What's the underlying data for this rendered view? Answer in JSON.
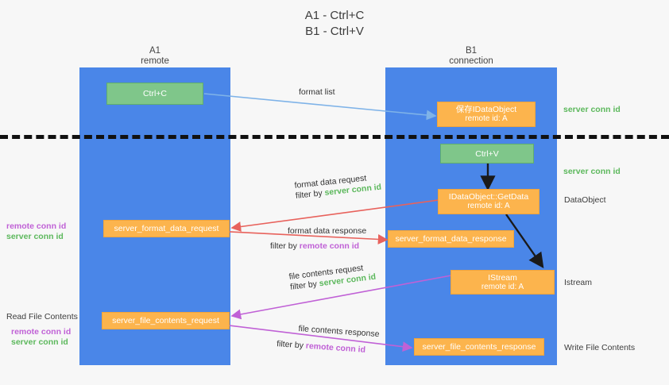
{
  "title": {
    "line1": "A1 - Ctrl+C",
    "line2": "B1 - Ctrl+V"
  },
  "lanes": [
    {
      "name": "A1",
      "subtitle": "remote"
    },
    {
      "name": "B1",
      "subtitle": "connection"
    }
  ],
  "boxes": {
    "ctrl_c": {
      "label": "Ctrl+C"
    },
    "ctrl_v": {
      "label": "Ctrl+V"
    },
    "save_dataobject": {
      "label": "保存IDataObject",
      "sub": "remote id: A"
    },
    "getdata": {
      "label": "IDataObject::GetData",
      "sub": "remote id: A"
    },
    "istream": {
      "label": "IStream",
      "sub": "remote id: A"
    },
    "format_data_request": {
      "label": "server_format_data_request"
    },
    "format_data_response": {
      "label": "server_format_data_response"
    },
    "file_contents_request": {
      "label": "server_file_contents_request"
    },
    "file_contents_response": {
      "label": "server_file_contents_response"
    }
  },
  "edges": {
    "format_list": {
      "label": "format list"
    },
    "format_data_request": {
      "line1": "format data request",
      "filter_prefix": "filter by ",
      "filter_key": "server conn id"
    },
    "format_data_response": {
      "line1": "format data response",
      "filter_prefix": "filter by ",
      "filter_key": "remote conn id"
    },
    "file_contents_request": {
      "line1": "file contents request",
      "filter_prefix": "filter by ",
      "filter_key": "server conn id"
    },
    "file_contents_response": {
      "line1": "file contents response",
      "filter_prefix": "filter by ",
      "filter_key": "remote conn id"
    }
  },
  "annotations": {
    "right_server_conn_id_top": "server conn id",
    "right_server_conn_id_mid": "server conn id",
    "right_dataobject": "DataObject",
    "right_istream": "Istream",
    "right_write_file_contents": "Write File Contents",
    "left_remote_conn_id_1": "remote conn id",
    "left_server_conn_id_1": "server conn id",
    "left_read_file_contents": "Read File Contents",
    "left_remote_conn_id_2": "remote conn id",
    "left_server_conn_id_2": "server conn id"
  },
  "colors": {
    "lane": "#4a86e8",
    "green_box": "#7fc68a",
    "orange_box": "#fcb44d",
    "green_text": "#5cb85c",
    "magenta_text": "#c061d6",
    "arrow_blue": "#7fb3e8",
    "arrow_red": "#e8625c",
    "arrow_magenta": "#c061d6",
    "arrow_black": "#1a1a1a",
    "background": "#f7f7f7"
  }
}
